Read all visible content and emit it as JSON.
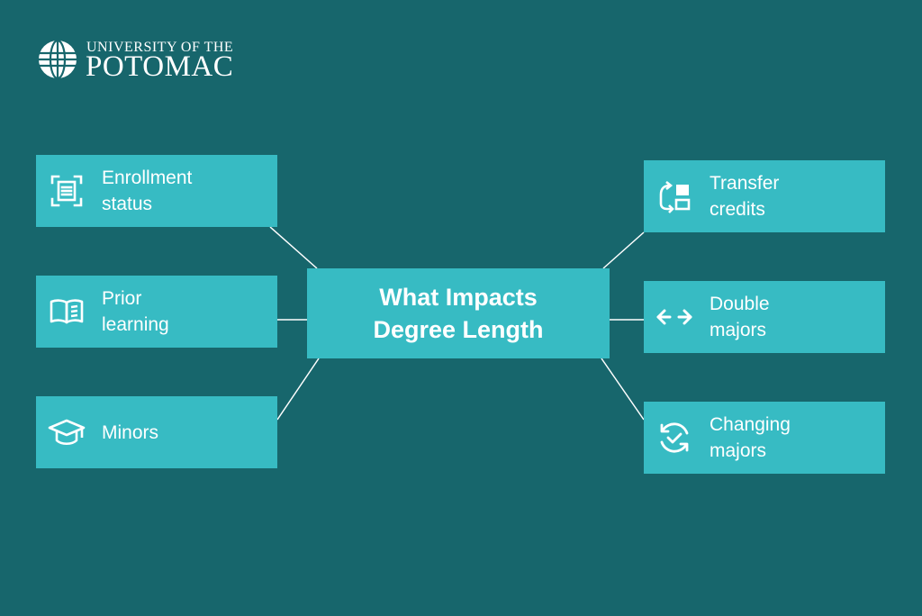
{
  "logo": {
    "line1": "UNIVERSITY OF THE",
    "line2": "POTOMAC"
  },
  "center": {
    "label": "What Impacts\nDegree Length"
  },
  "left_items": [
    {
      "label": "Enrollment\nstatus",
      "icon": "document-scan-icon"
    },
    {
      "label": "Prior\nlearning",
      "icon": "open-book-icon"
    },
    {
      "label": "Minors",
      "icon": "graduation-cap-icon"
    }
  ],
  "right_items": [
    {
      "label": "Transfer\ncredits",
      "icon": "transfer-icon"
    },
    {
      "label": "Double\nmajors",
      "icon": "double-arrow-icon"
    },
    {
      "label": "Changing\nmajors",
      "icon": "refresh-check-icon"
    }
  ],
  "colors": {
    "background": "#17666c",
    "box": "#37bbc3",
    "text": "#ffffff"
  }
}
